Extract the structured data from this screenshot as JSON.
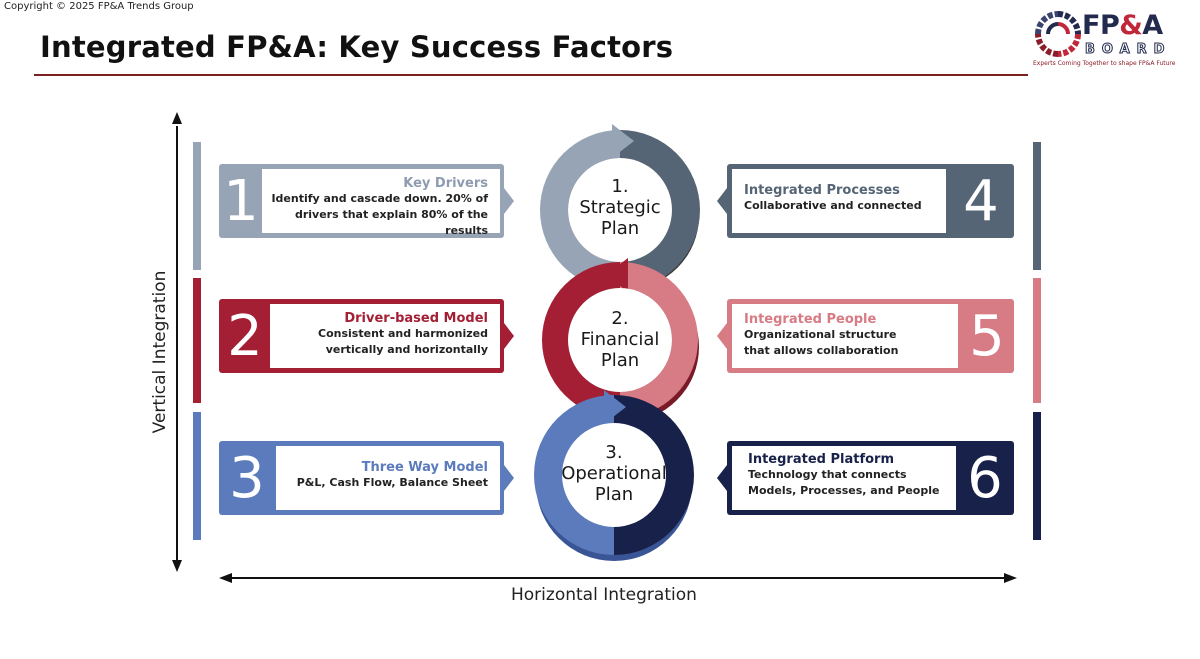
{
  "copyright": "Copyright © 2025 FP&A Trends Group",
  "title": "Integrated FP&A: Key Success Factors",
  "logo": {
    "main_prefix": "FP",
    "main_amp": "&",
    "main_suffix": "A",
    "sub": "BOARD",
    "tagline": "Experts Coming Together to shape FP&A Future"
  },
  "colors": {
    "slate_light": "#97a4b6",
    "slate_dark": "#566575",
    "crimson": "#a41e34",
    "rose": "#d77b84",
    "blue": "#5b7bbd",
    "navy": "#18214a"
  },
  "axes": {
    "vertical": "Vertical Integration",
    "horizontal": "Horizontal Integration"
  },
  "circles": [
    {
      "number": "1.",
      "line1": "Strategic",
      "line2": "Plan"
    },
    {
      "number": "2.",
      "line1": "Financial",
      "line2": "Plan"
    },
    {
      "number": "3.",
      "line1": "Operational",
      "line2": "Plan"
    }
  ],
  "left_cards": [
    {
      "number": "1",
      "title": "Key Drivers",
      "desc1": "Identify and cascade down. 20% of",
      "desc2": "drivers that explain 80% of the results"
    },
    {
      "number": "2",
      "title": "Driver-based Model",
      "desc1": "Consistent and harmonized",
      "desc2": "vertically and horizontally"
    },
    {
      "number": "3",
      "title": "Three Way Model",
      "desc1": "P&L, Cash Flow, Balance Sheet",
      "desc2": ""
    }
  ],
  "right_cards": [
    {
      "number": "4",
      "title": "Integrated Processes",
      "desc1": "Collaborative and connected",
      "desc2": ""
    },
    {
      "number": "5",
      "title": "Integrated People",
      "desc1": "Organizational structure",
      "desc2": "that allows collaboration"
    },
    {
      "number": "6",
      "title": "Integrated Platform",
      "desc1": "Technology that connects",
      "desc2": "Models, Processes, and People"
    }
  ]
}
